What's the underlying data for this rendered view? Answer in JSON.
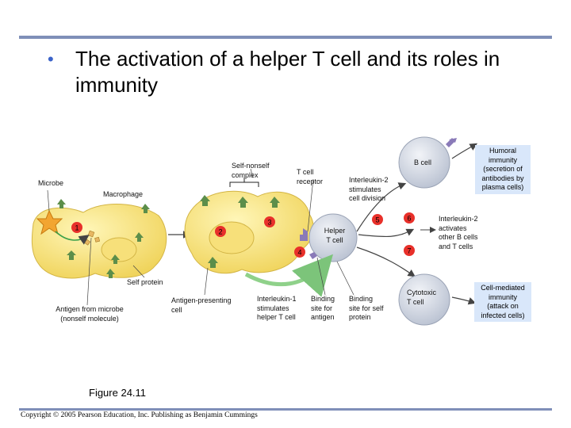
{
  "slide": {
    "bullet": "•",
    "title": "The activation of a helper T cell and its roles in immunity"
  },
  "labels": {
    "microbe": "Microbe",
    "macrophage": "Macrophage",
    "self_nonself": "Self-nonself\ncomplex",
    "t_cell_receptor": "T cell\nreceptor",
    "interleukin2_division": "Interleukin-2\nstimulates\ncell division",
    "b_cell": "B cell",
    "humoral": "Humoral\nimmunity\n(secretion of\nantibodies by\nplasma cells)",
    "helper_t": "Helper\nT cell",
    "interleukin2_activates": "Interleukin-2\nactivates\nother B cells\nand T cells",
    "self_protein": "Self protein",
    "antigen_from_microbe": "Antigen from microbe\n(nonself molecule)",
    "antigen_presenting": "Antigen-presenting\ncell",
    "interleukin1": "Interleukin-1\nstimulates\nhelper T cell",
    "binding_antigen": "Binding\nsite for\nantigen",
    "binding_self": "Binding\nsite for self\nprotein",
    "cytotoxic": "Cytotoxic\nT cell",
    "cell_mediated": "Cell-mediated\nimmunity\n(attack on\ninfected cells)"
  },
  "steps": [
    "1",
    "2",
    "3",
    "4",
    "5",
    "6",
    "7"
  ],
  "figure_caption": "Figure 24.11",
  "copyright": "Copyright © 2005 Pearson Education, Inc. Publishing as Benjamin Cummings",
  "colors": {
    "rule": "#7f8fb8",
    "bullet": "#3b63c9",
    "macrophage": "#f5e07a",
    "lymphocyte": "#c9cfdc",
    "step_circle": "#e8302a",
    "arrow_green": "#8fd18a",
    "arrow_gray": "#556",
    "box_fill": "#d9e7fa",
    "antigen_star": "#f2a531",
    "receptor_green": "#5c8e4a",
    "receptor_purple": "#8a7ab8"
  }
}
